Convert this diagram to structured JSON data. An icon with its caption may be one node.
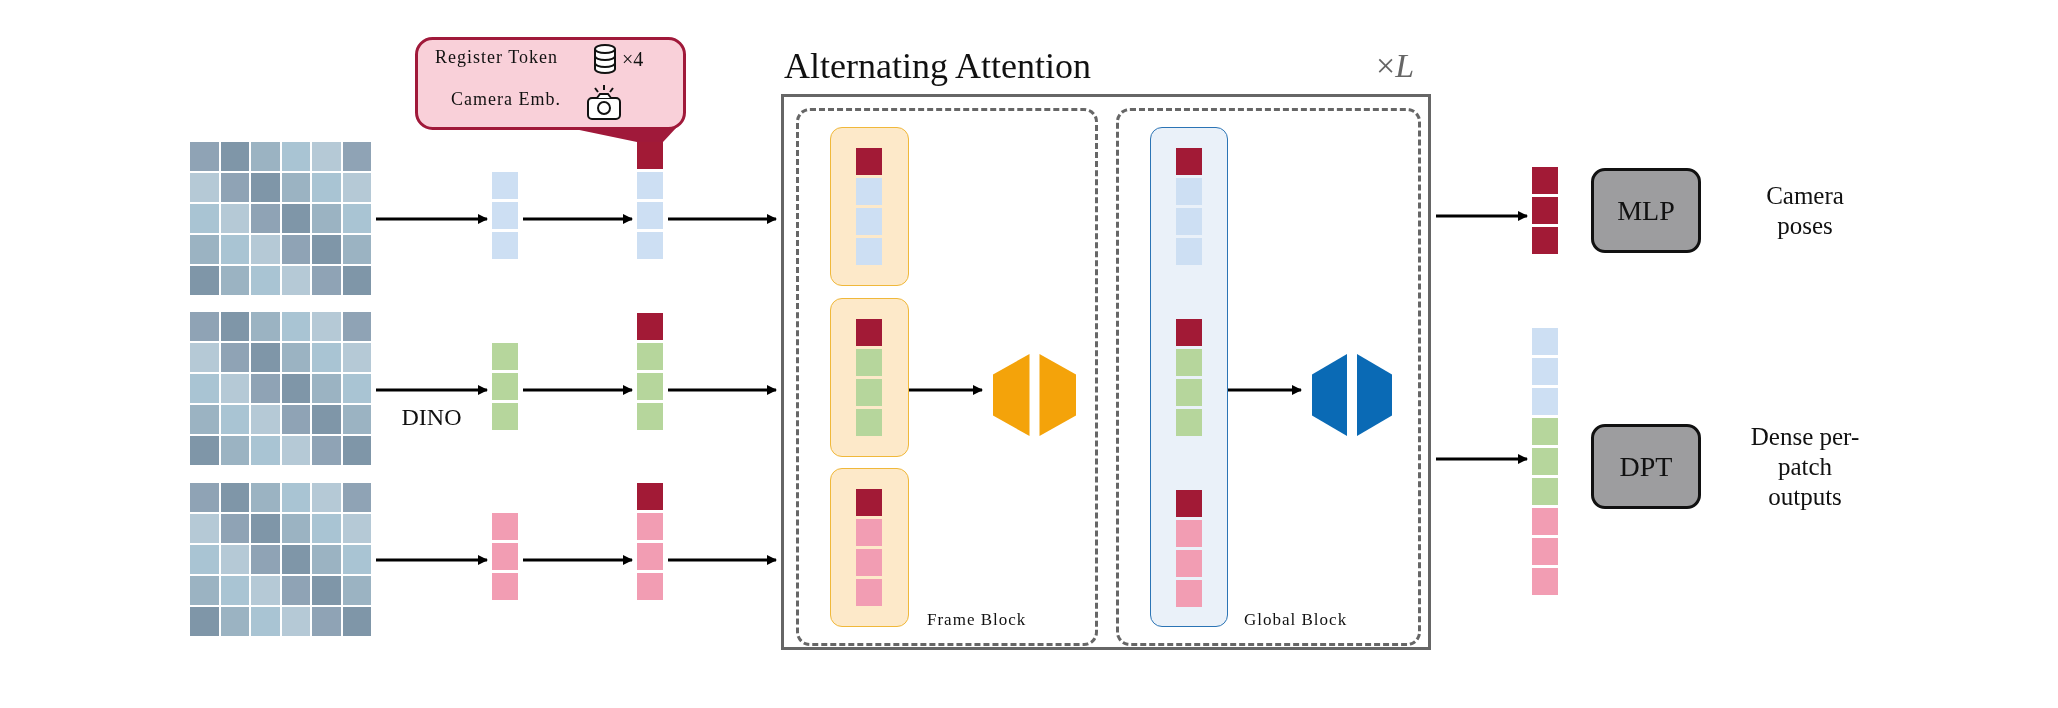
{
  "diagram": {
    "nodes": [
      {
        "text": [],
        "shape": "picture"
      },
      {
        "text": [],
        "shape": "picture"
      },
      {
        "text": [],
        "shape": "picture"
      },
      {
        "text": [],
        "shape": "bar"
      },
      {
        "text": [],
        "shape": "bar"
      },
      {
        "text": [],
        "shape": "bar"
      },
      {
        "text": [
          "Register Token",
          "×4",
          "Camera Emb."
        ]
      },
      {
        "text": [],
        "shape": "bar"
      },
      {
        "text": [],
        "shape": "bar"
      },
      {
        "text": [],
        "shape": "bar"
      },
      {
        "text": [
          "Alternating Attention"
        ],
        "beside": [
          "×*L*"
        ]
      },
      {
        "text": [
          "Frame Block"
        ],
        "in": 10
      },
      {
        "text": [],
        "shape": "box",
        "in": 11
      },
      {
        "text": [],
        "shape": "box",
        "in": 11
      },
      {
        "text": [],
        "shape": "box",
        "in": 11
      },
      {
        "text": [],
        "shape": "hexagon",
        "in": 11
      },
      {
        "text": [
          "Global Block"
        ],
        "in": 10
      },
      {
        "text": [],
        "shape": "box",
        "in": 16
      },
      {
        "text": [],
        "shape": "hexagon",
        "in": 16
      },
      {
        "text": [],
        "shape": "bar"
      },
      {
        "text": [],
        "shape": "bar"
      },
      {
        "text": [
          "MLP"
        ],
        "beside": [
          "Camera poses"
        ]
      },
      {
        "text": [
          "DPT"
        ],
        "beside": [
          "Dense per-patch outputs"
        ]
      }
    ],
    "edges": [
      {
        "from": 0,
        "to": 3,
        "arrow": "to"
      },
      {
        "from": 1,
        "to": 4,
        "arrow": "to",
        "label": "DINO"
      },
      {
        "from": 2,
        "to": 5,
        "arrow": "to"
      },
      {
        "from": 3,
        "to": 7,
        "arrow": "to"
      },
      {
        "from": 4,
        "to": 8,
        "arrow": "to"
      },
      {
        "from": 5,
        "to": 9,
        "arrow": "to"
      },
      {
        "from": 7,
        "to": 10,
        "arrow": "to"
      },
      {
        "from": 8,
        "to": 10,
        "arrow": "to"
      },
      {
        "from": 9,
        "to": 10,
        "arrow": "to"
      },
      {
        "from": 13,
        "to": 15,
        "arrow": "to"
      },
      {
        "from": 17,
        "to": 18,
        "arrow": "to"
      },
      {
        "from": 10,
        "to": 19,
        "arrow": "to"
      },
      {
        "from": 10,
        "to": 20,
        "arrow": "to"
      }
    ]
  }
}
